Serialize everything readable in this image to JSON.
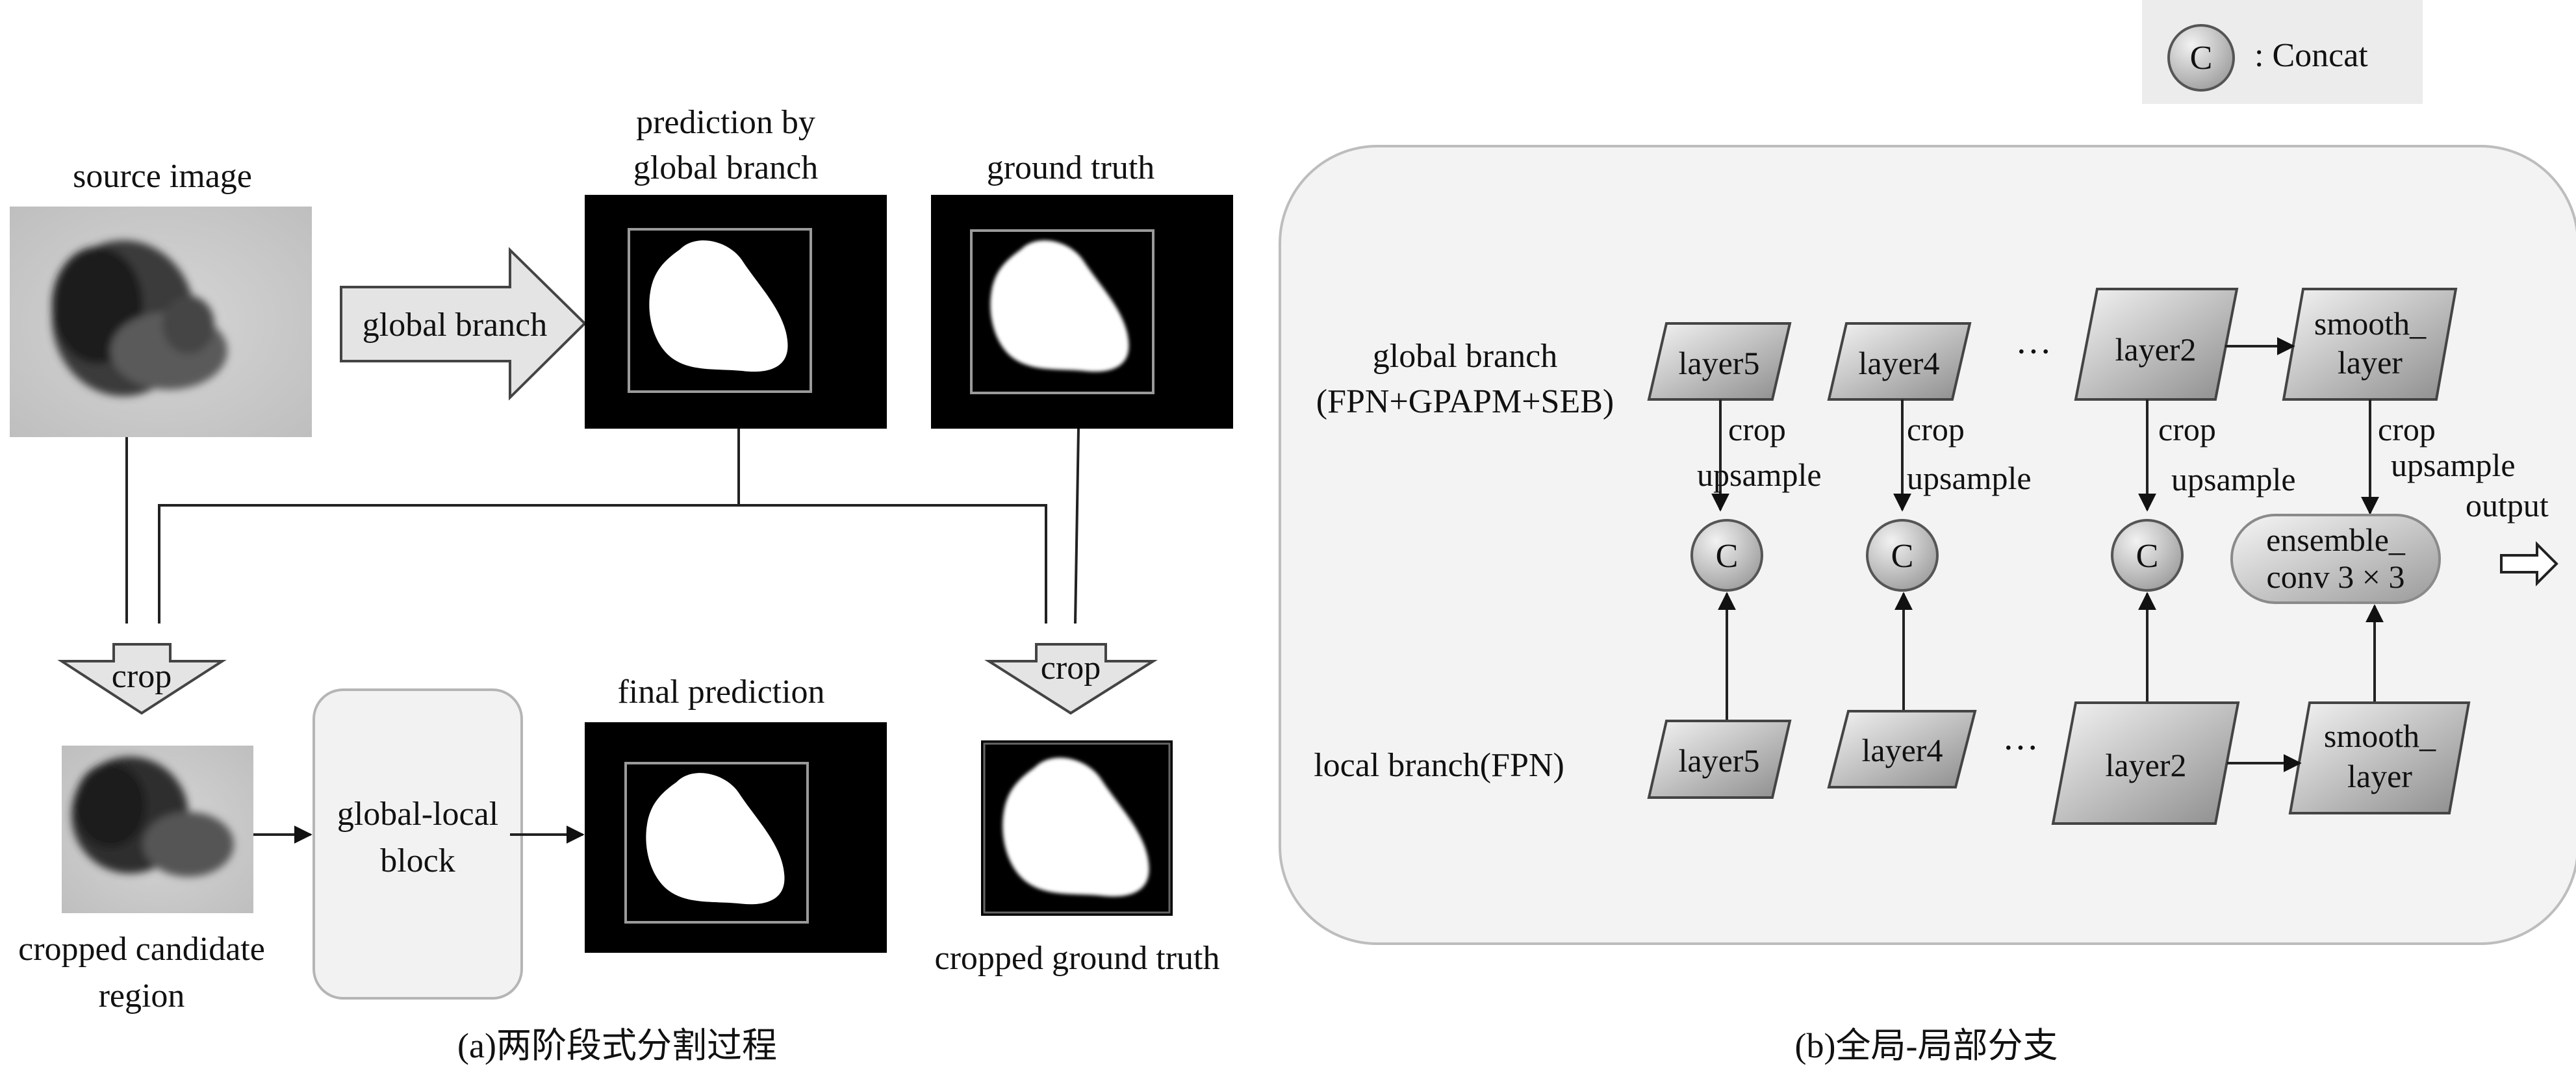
{
  "legend": {
    "symbol": "C",
    "text": ": Concat"
  },
  "part_a": {
    "caption": "(a)两阶段式分割过程",
    "source_image_label": "source image",
    "global_branch_arrow_label": "global branch",
    "prediction_label_line1": "prediction by",
    "prediction_label_line2": "global branch",
    "ground_truth_label": "ground truth",
    "crop_left_label": "crop",
    "crop_right_label": "crop",
    "cropped_region_label_line1": "cropped candidate",
    "cropped_region_label_line2": "region",
    "gl_block_label_line1": "global-local",
    "gl_block_label_line2": "block",
    "final_prediction_label": "final prediction",
    "cropped_gt_label": "cropped ground truth"
  },
  "part_b": {
    "caption": "(b)全局-局部分支",
    "global_branch_label_line1": "global branch",
    "global_branch_label_line2": "(FPN+GPAPM+SEB)",
    "local_branch_label": "local branch(FPN)",
    "global_layers": [
      "layer5",
      "layer4",
      "layer2"
    ],
    "local_layers": [
      "layer5",
      "layer4",
      "layer2"
    ],
    "ellipsis": "···",
    "smooth_layer_line1": "smooth_",
    "smooth_layer_line2": "layer",
    "concat_symbol": "C",
    "crop_label": "crop",
    "upsample_label": "upsample",
    "ensemble_line1": "ensemble_",
    "ensemble_line2": "conv 3 × 3",
    "output_label": "output"
  }
}
